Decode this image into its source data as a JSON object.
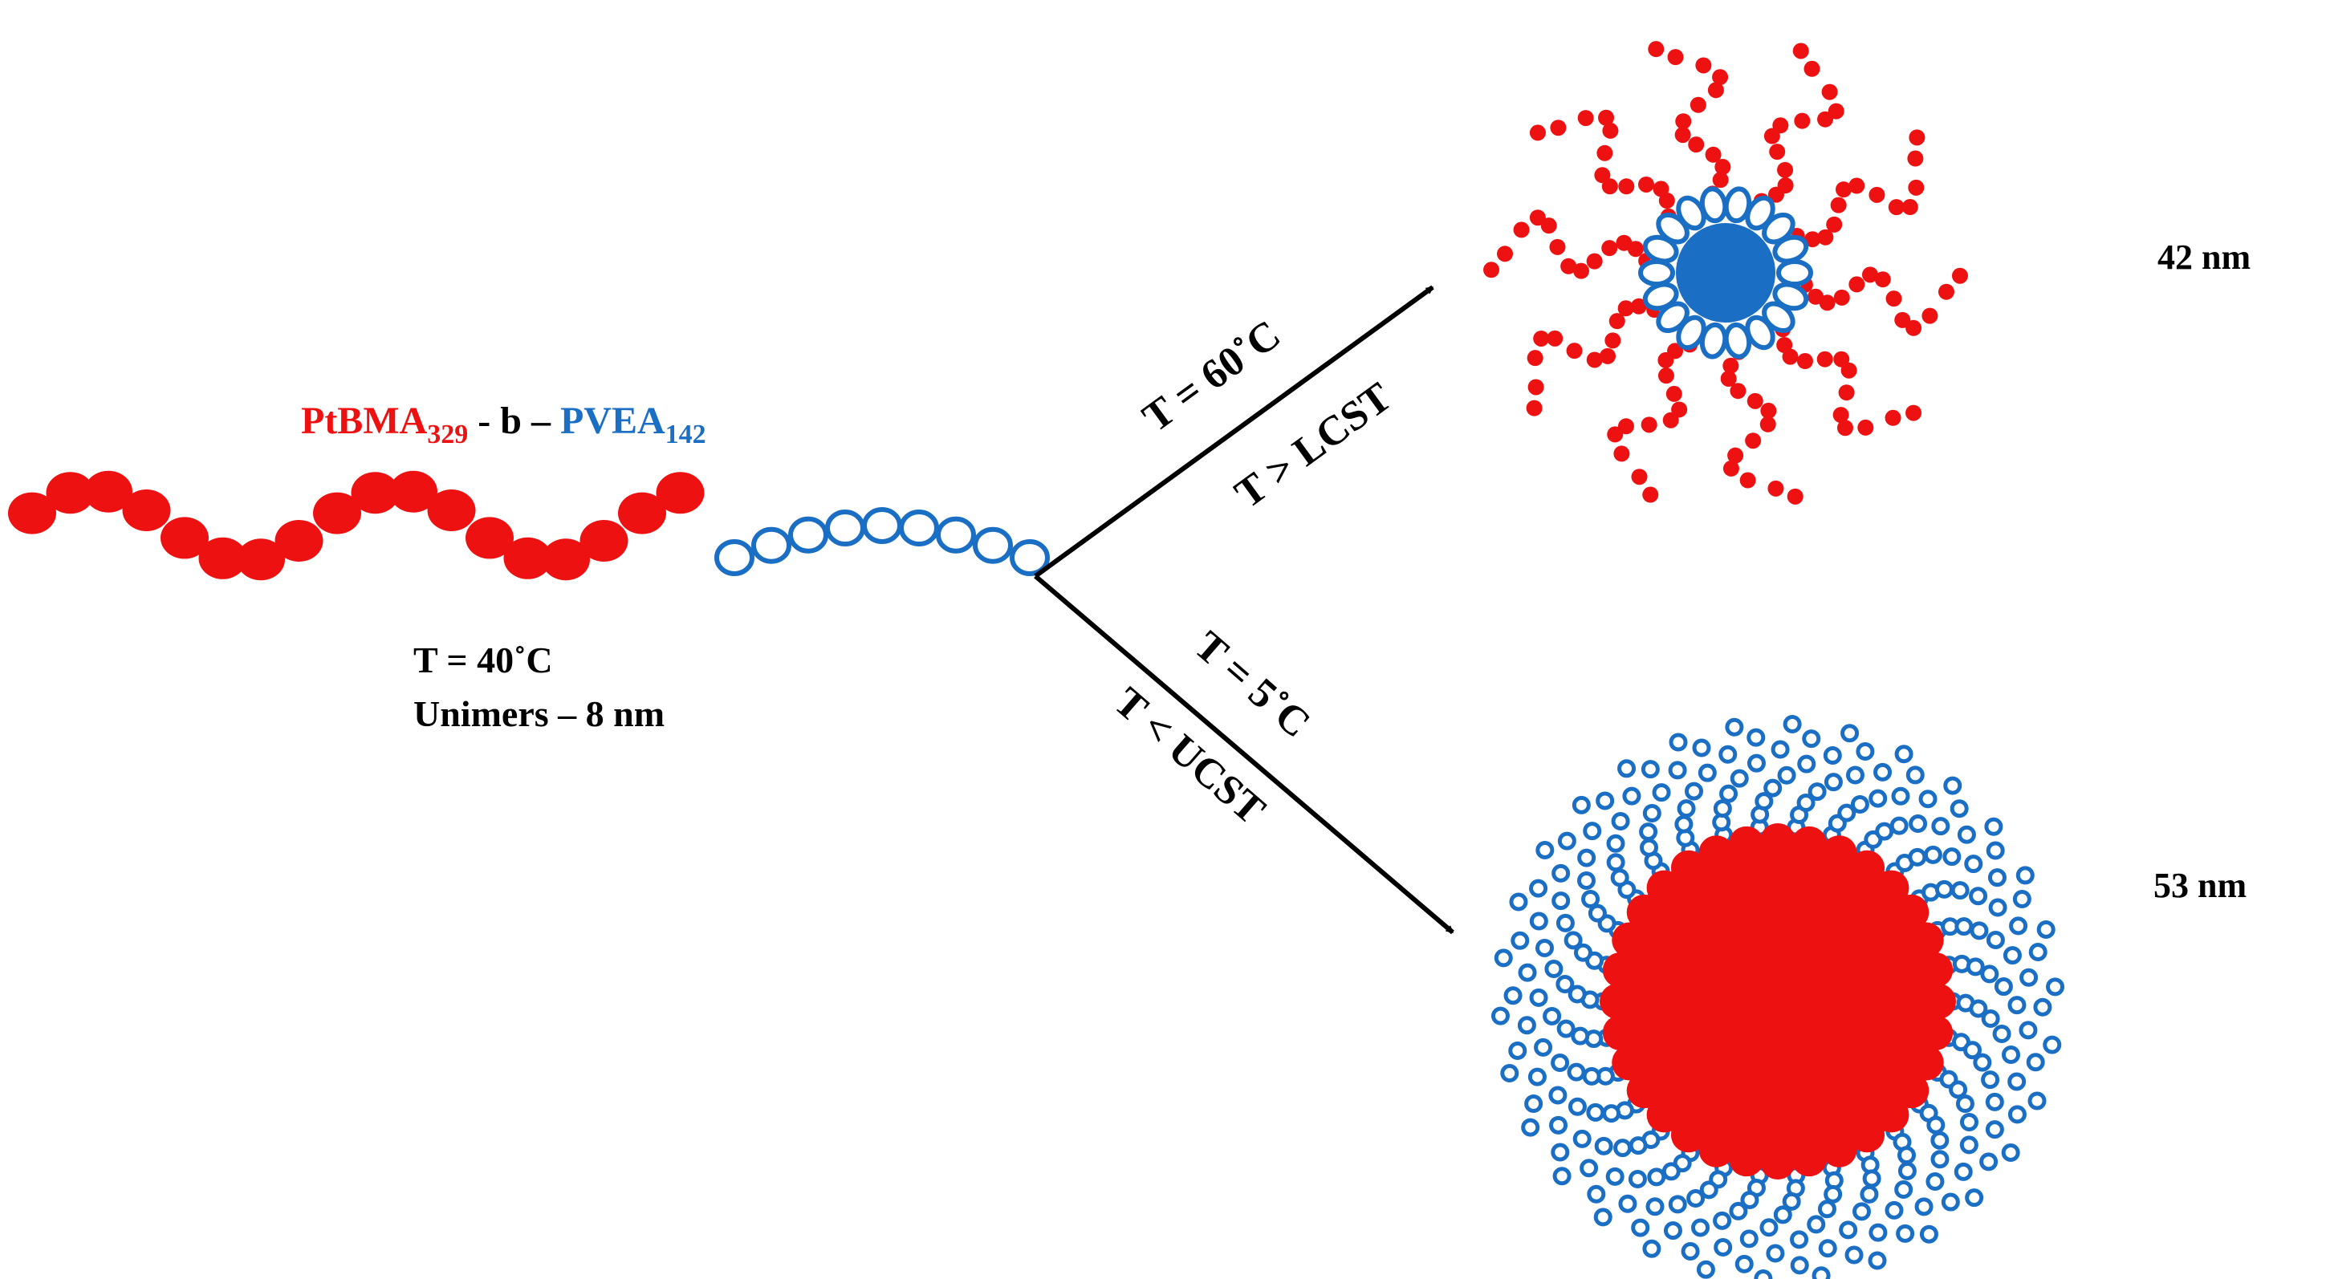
{
  "colors": {
    "ptbma": "#ee1111",
    "pvea": "#1a6fc4",
    "text": "#000000",
    "arrow": "#000000"
  },
  "copolymer": {
    "block_a": "PtBMA",
    "block_a_subscript": "329",
    "separator": " - b – ",
    "block_b": "PVEA",
    "block_b_subscript": "142"
  },
  "unimer_state": {
    "temperature": "T = 40˚C",
    "description": "Unimers – 8 nm"
  },
  "upper_path": {
    "temperature": "T = 60˚C",
    "condition": "T > LCST",
    "size": "42 nm"
  },
  "lower_path": {
    "temperature": "T = 5˚C",
    "condition": "T < UCST",
    "size": "53 nm"
  }
}
